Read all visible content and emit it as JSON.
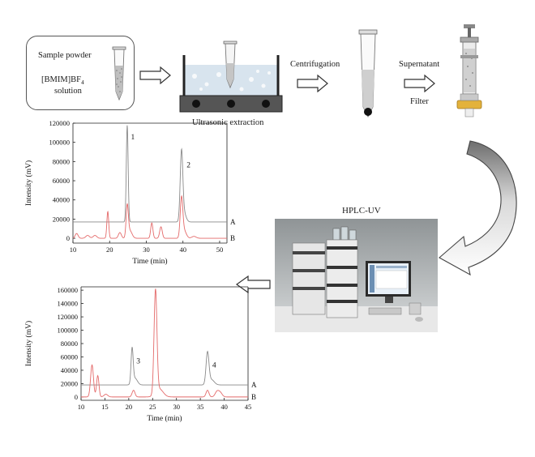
{
  "workflow": {
    "sample_powder": "Sample powder",
    "bmim_prefix": "[BMIM]BF",
    "bmim_subscript": "4",
    "solution": "solution",
    "ultrasonic": "Ultrasonic extraction",
    "centrifugation": "Centrifugation",
    "supernatant": "Supernatant",
    "filter": "Filter",
    "hplc": "HPLC-UV"
  },
  "chart_data": [
    {
      "type": "line",
      "title": "",
      "xlabel": "Time (min)",
      "ylabel": "Intensity (mV)",
      "xlim": [
        10,
        52
      ],
      "ylim": [
        -5000,
        120000
      ],
      "xticks": [
        10,
        20,
        30,
        40,
        50
      ],
      "yticks": [
        0,
        20000,
        40000,
        60000,
        80000,
        100000,
        120000
      ],
      "grid": false,
      "series": [
        {
          "name": "A",
          "color": "#8a8a8a",
          "baseline": 17000,
          "peaks": [
            [
              24.8,
              101000,
              0.25
            ],
            [
              39.6,
              70000,
              0.35
            ],
            [
              40.2,
              10000,
              0.6
            ]
          ]
        },
        {
          "name": "B",
          "color": "#e46a6a",
          "baseline": 0,
          "peaks": [
            [
              11,
              5000,
              0.4
            ],
            [
              14,
              3000,
              0.5
            ],
            [
              16,
              3000,
              0.5
            ],
            [
              19.5,
              28000,
              0.25
            ],
            [
              22.8,
              6000,
              0.4
            ],
            [
              24.8,
              32000,
              0.3
            ],
            [
              25.5,
              8000,
              0.6
            ],
            [
              31.5,
              16000,
              0.3
            ],
            [
              34,
              12000,
              0.35
            ],
            [
              39.6,
              40000,
              0.35
            ],
            [
              40.3,
              8000,
              0.6
            ],
            [
              43,
              2000,
              0.6
            ]
          ]
        }
      ],
      "annotations": [
        {
          "text": "1",
          "x": 25.8,
          "y": 103000
        },
        {
          "text": "2",
          "x": 41.0,
          "y": 74000
        }
      ]
    },
    {
      "type": "line",
      "title": "",
      "xlabel": "Time (min)",
      "ylabel": "Intensity (mV)",
      "xlim": [
        10,
        45
      ],
      "ylim": [
        -5000,
        165000
      ],
      "xticks": [
        10,
        15,
        20,
        25,
        30,
        35,
        40,
        45
      ],
      "yticks": [
        0,
        20000,
        40000,
        60000,
        80000,
        100000,
        120000,
        140000,
        160000
      ],
      "grid": false,
      "series": [
        {
          "name": "A",
          "color": "#8a8a8a",
          "baseline": 18000,
          "peaks": [
            [
              20.7,
              52000,
              0.22
            ],
            [
              21.3,
              10000,
              0.5
            ],
            [
              36.5,
              47000,
              0.3
            ],
            [
              37.3,
              8000,
              0.6
            ]
          ]
        },
        {
          "name": "B",
          "color": "#e46a6a",
          "baseline": 0,
          "peaks": [
            [
              12.3,
              48000,
              0.3
            ],
            [
              13.5,
              32000,
              0.25
            ],
            [
              15.2,
              4000,
              0.4
            ],
            [
              21,
              10000,
              0.3
            ],
            [
              25.6,
              155000,
              0.3
            ],
            [
              26.4,
              12000,
              0.8
            ],
            [
              36.5,
              10000,
              0.3
            ],
            [
              38.5,
              8000,
              0.4
            ],
            [
              39.2,
              6000,
              0.4
            ]
          ]
        }
      ],
      "annotations": [
        {
          "text": "3",
          "x": 21.6,
          "y": 50000
        },
        {
          "text": "4",
          "x": 37.5,
          "y": 44000
        }
      ]
    }
  ]
}
